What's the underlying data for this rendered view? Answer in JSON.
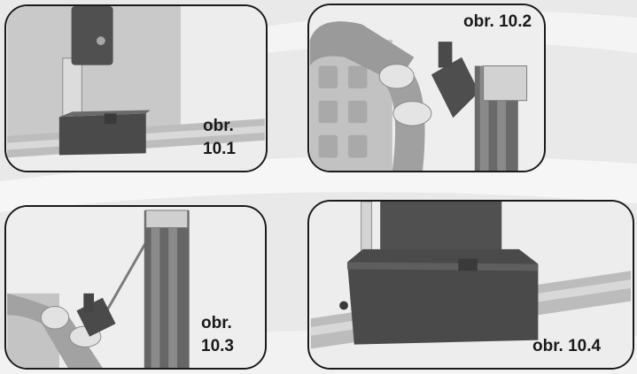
{
  "panels": [
    {
      "label_line1": "obr.",
      "label_line2": "10.1"
    },
    {
      "label": "obr. 10.2"
    },
    {
      "label_line1": "obr.",
      "label_line2": "10.3"
    },
    {
      "label": "obr. 10.4"
    }
  ],
  "colors": {
    "background": "#e9e9e9",
    "panel_border": "#1a1a1a",
    "part_dark": "#4a4a4a",
    "part_light": "#d8d8d8"
  }
}
